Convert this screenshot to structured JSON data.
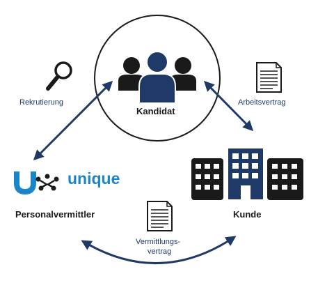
{
  "nodes": {
    "candidate": {
      "label": "Kandidat"
    },
    "client": {
      "label": "Kunde"
    },
    "agency": {
      "label": "Personalvermittler",
      "logo_text": "unique"
    }
  },
  "edges": {
    "recruiting": {
      "label": "Rekrutierung"
    },
    "employment_contract": {
      "label": "Arbeitsvertrag"
    },
    "placement_contract": {
      "label_line1": "Vermittlungs-",
      "label_line2": "vertrag"
    }
  },
  "icons": [
    "magnifier-icon",
    "contract-document-icon",
    "people-icon",
    "building-icon",
    "unique-logo"
  ],
  "colors": {
    "navy": "#1f3a66",
    "dark": "#1a1a1a",
    "logo_blue": "#1a86c8"
  }
}
